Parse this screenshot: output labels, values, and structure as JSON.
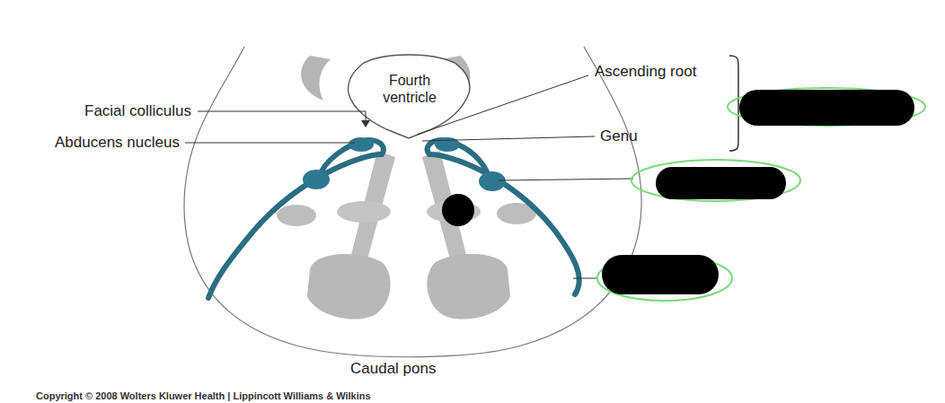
{
  "diagram": {
    "labels": [
      "Fourth ventricle",
      "Facial colliculus",
      "Abducens nucleus",
      "Ascending root",
      "Genu",
      "Caudal pons",
      "Copyright © 2008 Wolters Kluwer Health | Lippincott Williams & Wilkins"
    ]
  }
}
